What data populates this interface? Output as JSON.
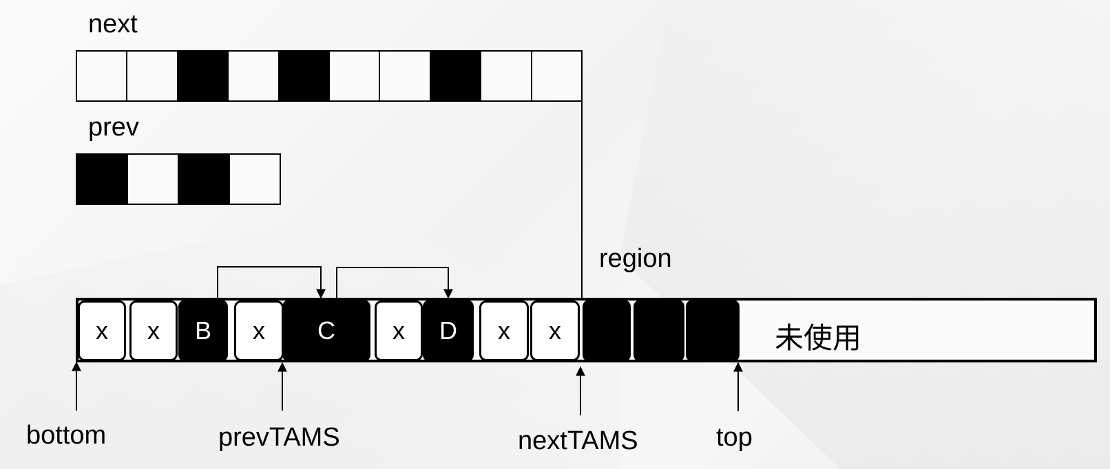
{
  "labels": {
    "next": "next",
    "prev": "prev",
    "region": "region",
    "bottom": "bottom",
    "prevTAMS": "prevTAMS",
    "nextTAMS": "nextTAMS",
    "top": "top",
    "unused": "未使用"
  },
  "next_bitmap": [
    false,
    false,
    true,
    false,
    true,
    false,
    false,
    true,
    false,
    false
  ],
  "prev_bitmap": [
    true,
    false,
    true,
    false
  ],
  "objects": [
    {
      "label": "x",
      "color": "white"
    },
    {
      "label": "x",
      "color": "white"
    },
    {
      "label": "B",
      "color": "black"
    },
    {
      "label": "x",
      "color": "white"
    },
    {
      "label": "C",
      "color": "black"
    },
    {
      "label": "x",
      "color": "white"
    },
    {
      "label": "D",
      "color": "black"
    },
    {
      "label": "x",
      "color": "white"
    },
    {
      "label": "x",
      "color": "white"
    },
    {
      "label": "",
      "color": "black"
    },
    {
      "label": "",
      "color": "black"
    },
    {
      "label": "",
      "color": "black"
    }
  ],
  "references": [
    {
      "from": "B",
      "to": "C"
    },
    {
      "from": "C",
      "to": "D"
    }
  ],
  "colors": {
    "marked": "#000000",
    "unmarked": "#ffffff",
    "background": "#f4f4f4"
  }
}
